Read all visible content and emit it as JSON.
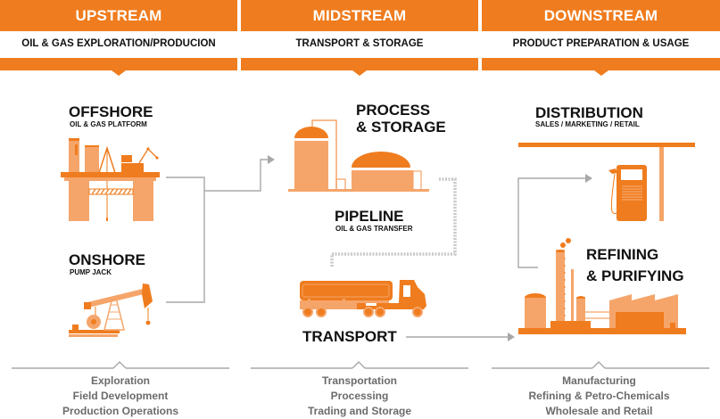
{
  "columns": [
    {
      "id": "upstream",
      "label": "UPSTREAM",
      "subtitle": "OIL & GAS EXPLORATION/PRODUCION",
      "footer": [
        "Exploration",
        "Field Development",
        "Production Operations"
      ]
    },
    {
      "id": "midstream",
      "label": "MIDSTREAM",
      "subtitle": "TRANSPORT & STORAGE",
      "footer": [
        "Transportation",
        "Processing",
        "Trading and Storage"
      ]
    },
    {
      "id": "downstream",
      "label": "DOWNSTREAM",
      "subtitle": "PRODUCT PREPARATION & USAGE",
      "footer": [
        "Manufacturing",
        "Refining & Petro-Chemicals",
        "Wholesale and Retail"
      ]
    }
  ],
  "stages": {
    "offshore": {
      "title": "OFFSHORE",
      "subtitle": "OIL & GAS PLATFORM",
      "icon": "offshore-platform-icon"
    },
    "onshore": {
      "title": "ONSHORE",
      "subtitle": "PUMP JACK",
      "icon": "pump-jack-icon"
    },
    "process_storage": {
      "title_line1": "PROCESS",
      "title_line2": "& STORAGE",
      "icon": "storage-tanks-icon"
    },
    "pipeline": {
      "title": "PIPELINE",
      "subtitle": "OIL & GAS TRANSFER",
      "icon": "pipeline-dotted-icon"
    },
    "transport": {
      "title": "TRANSPORT",
      "icon": "tanker-truck-icon"
    },
    "distribution": {
      "title": "DISTRIBUTION",
      "subtitle": "SALES / MARKETING / RETAIL",
      "icon": "fuel-pump-icon"
    },
    "refining": {
      "title_line1": "REFINING",
      "title_line2": "& PURIFYING",
      "icon": "refinery-icon"
    }
  },
  "colors": {
    "accent": "#ef7c1e",
    "accent_light": "#f5a56a",
    "connector": "#a8a8a8",
    "footer_text": "#6b6b6b"
  }
}
